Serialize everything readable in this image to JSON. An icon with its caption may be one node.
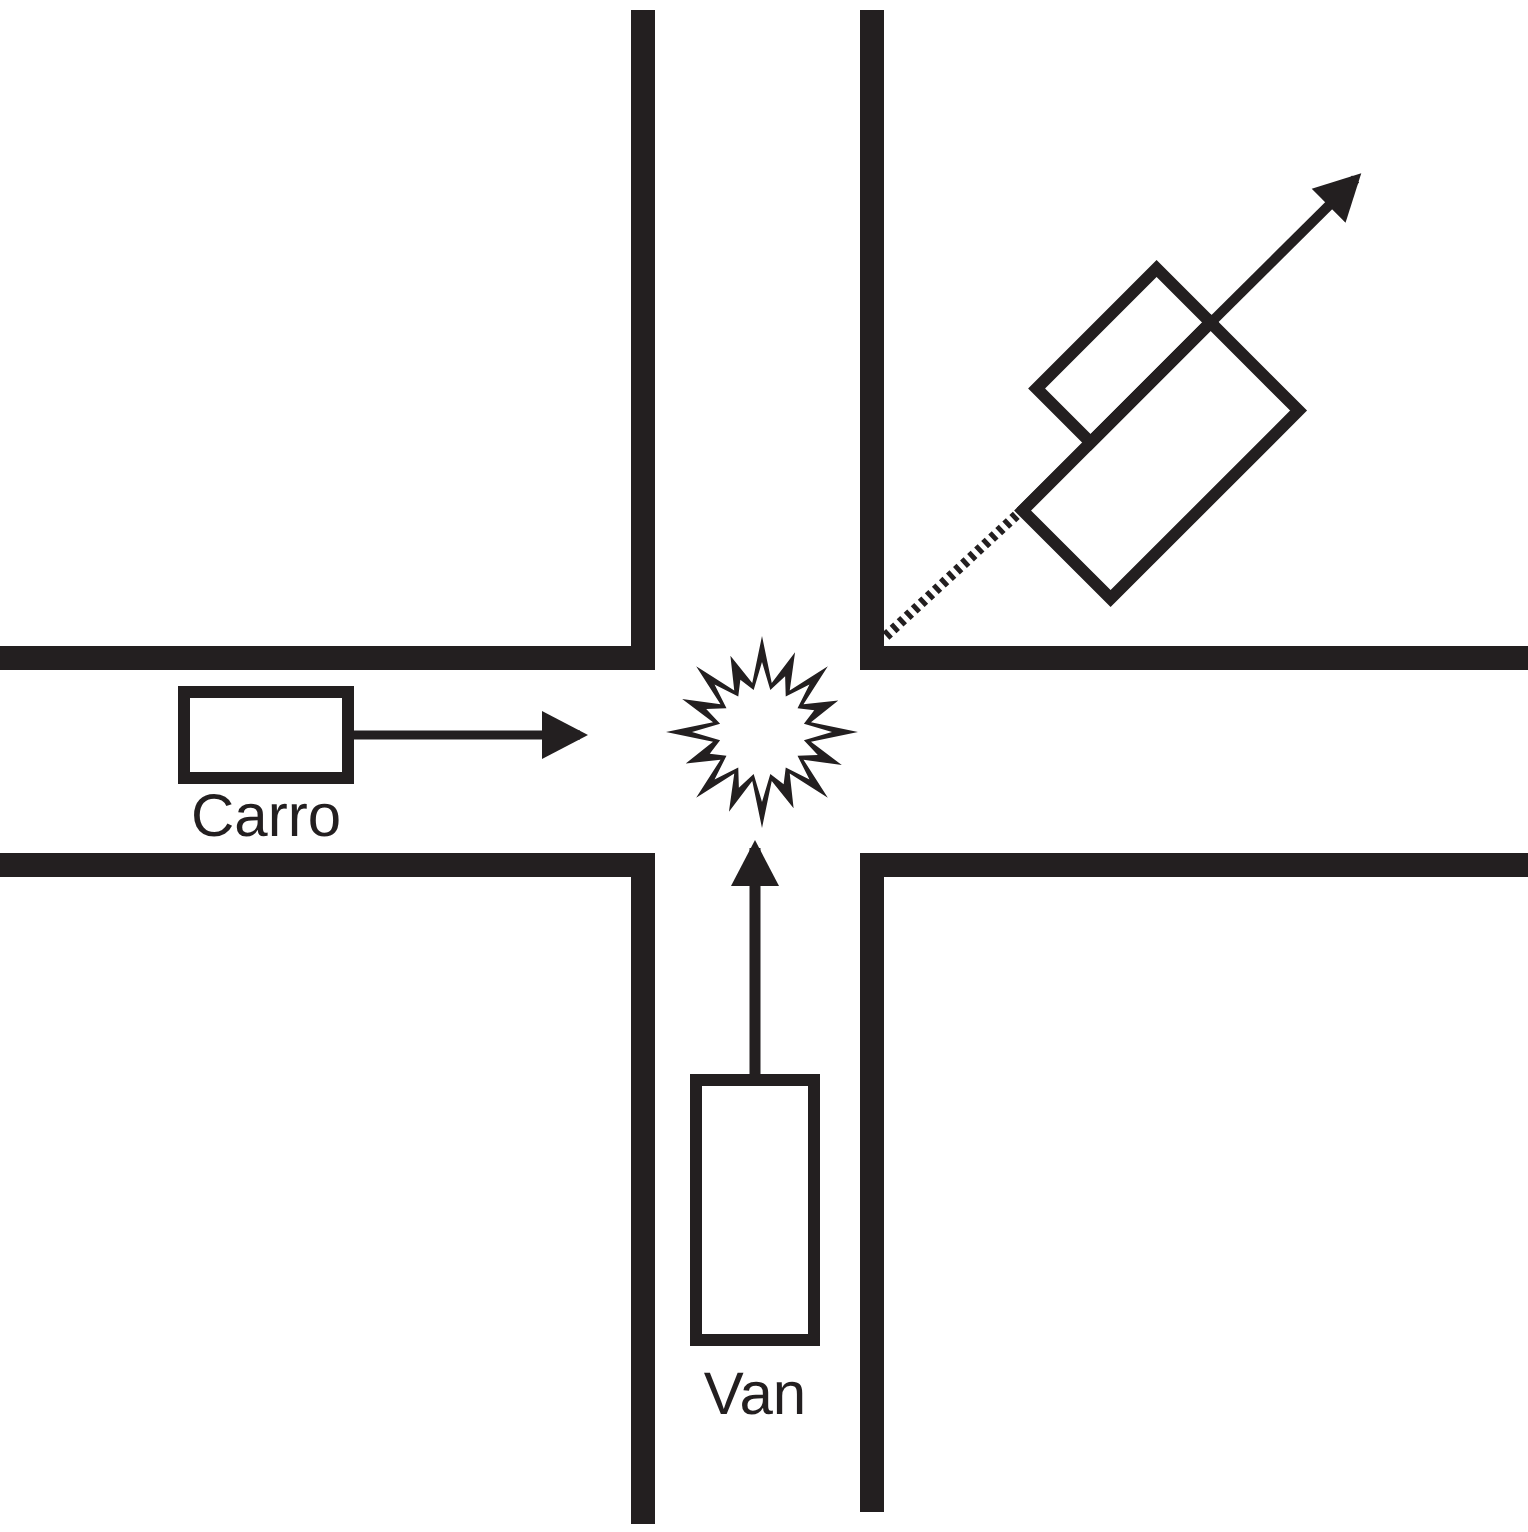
{
  "diagram": {
    "nodes": [
      {
        "text": [],
        "shape": "box"
      },
      {
        "text": [],
        "shape": "box"
      },
      {
        "text": [],
        "shape": "box",
        "beside": [
          "Carro"
        ]
      },
      {
        "text": [],
        "shape": "star"
      },
      {
        "text": [],
        "shape": "box",
        "beside": [
          "Van"
        ]
      }
    ],
    "edges": [
      {
        "from": 2,
        "to": 3,
        "arrow": "to"
      },
      {
        "from": 4,
        "to": 3,
        "arrow": "to"
      },
      {
        "from": null,
        "to": 1,
        "arrow": "none",
        "style": "dashed"
      },
      {
        "from": 1,
        "to": null,
        "arrow": "to"
      }
    ]
  }
}
